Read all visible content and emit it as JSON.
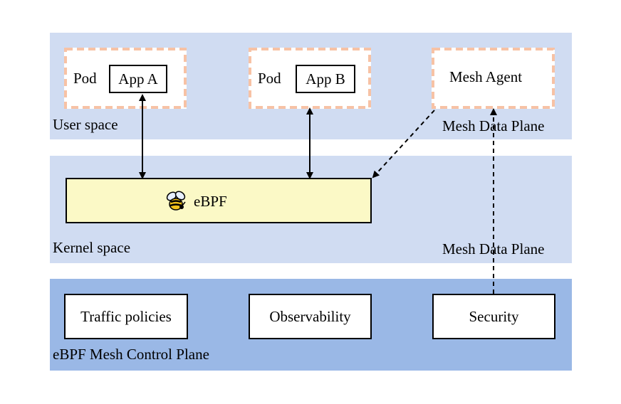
{
  "colors": {
    "user_space_band": "#d0dcf2",
    "kernel_space_band": "#d0dcf2",
    "control_plane_band": "#9ab8e6",
    "pod_border_dash": "#f7c2a5",
    "ebpf_fill": "#fbf9c6",
    "arrow": "#000000"
  },
  "user_space": {
    "label": "User space",
    "plane_label": "Mesh Data Plane",
    "pod_a": {
      "pod_label": "Pod",
      "app_label": "App A"
    },
    "pod_b": {
      "pod_label": "Pod",
      "app_label": "App B"
    },
    "agent": {
      "label": "Mesh Agent"
    }
  },
  "kernel_space": {
    "label": "Kernel space",
    "plane_label": "Mesh Data Plane",
    "ebpf": {
      "label": "eBPF",
      "icon": "bee-icon"
    }
  },
  "control_plane": {
    "label": "eBPF Mesh Control Plane",
    "boxes": [
      "Traffic policies",
      "Observability",
      "Security"
    ]
  }
}
